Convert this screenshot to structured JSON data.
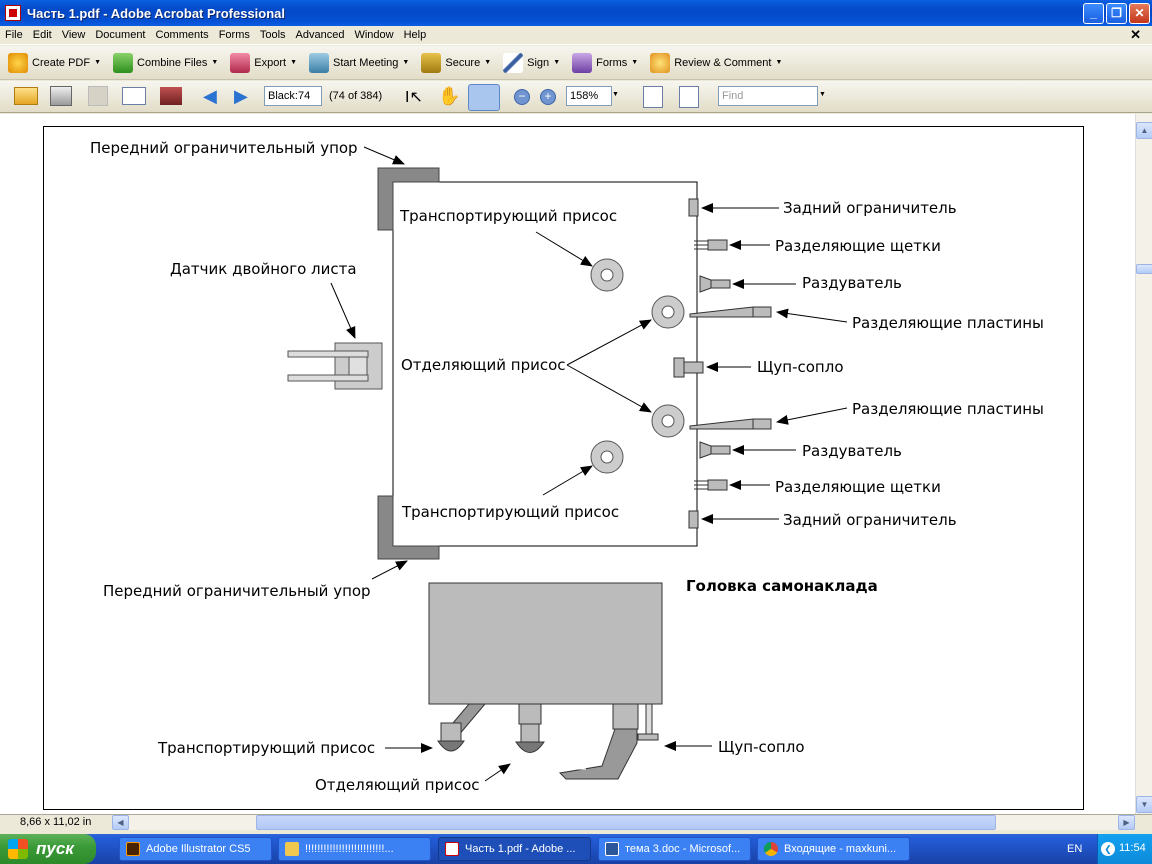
{
  "window": {
    "title": "Часть 1.pdf - Adobe Acrobat Professional"
  },
  "menu": [
    "File",
    "Edit",
    "View",
    "Document",
    "Comments",
    "Forms",
    "Tools",
    "Advanced",
    "Window",
    "Help"
  ],
  "toolbar1": {
    "create_pdf": "Create PDF",
    "combine_files": "Combine Files",
    "export": "Export",
    "start_meeting": "Start Meeting",
    "secure": "Secure",
    "sign": "Sign",
    "forms": "Forms",
    "review_comment": "Review & Comment"
  },
  "toolbar2": {
    "page_field": "Black:74",
    "page_count": "(74 of 384)",
    "zoom": "158%",
    "find_placeholder": "Find"
  },
  "diagram": {
    "front_stop_top": "Передний ограничительный упор",
    "front_stop_bottom": "Передний ограничительный упор",
    "double_sheet_sensor": "Датчик двойного листа",
    "transport_sucker_top": "Транспортирующий присос",
    "transport_sucker_bottom": "Транспортирующий присос",
    "separating_sucker": "Отделяющий присос",
    "rear_limiter_top": "Задний ограничитель",
    "rear_limiter_bottom": "Задний ограничитель",
    "separating_brushes_top": "Разделяющие щетки",
    "separating_brushes_bottom": "Разделяющие щетки",
    "blower_top": "Раздуватель",
    "blower_bottom": "Раздуватель",
    "separating_plates_top": "Разделяющие пластины",
    "separating_plates_bottom": "Разделяющие пластины",
    "probe_nozzle": "Щуп-сопло",
    "head_title": "Головка самонаклада",
    "side_transport_sucker": "Транспортирующий присос",
    "side_separating_sucker": "Отделяющий присос",
    "side_probe_nozzle": "Щуп-сопло"
  },
  "status": {
    "page_size": "8,66 x 11,02 in"
  },
  "taskbar": {
    "start": "пуск",
    "tasks": [
      "Adobe Illustrator CS5",
      "!!!!!!!!!!!!!!!!!!!!!!!!!!...",
      "Часть 1.pdf - Adobe ...",
      "тема 3.doc - Microsof...",
      "Входящие - maxkuni..."
    ],
    "lang": "EN",
    "time": "11:54"
  }
}
